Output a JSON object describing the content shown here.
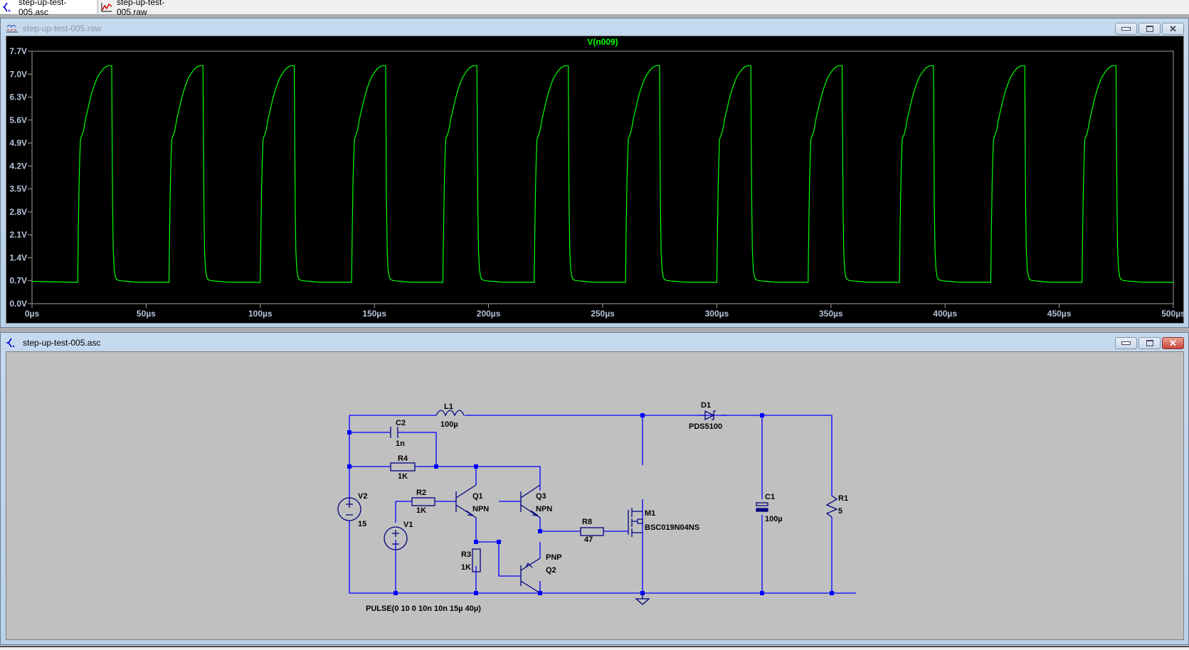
{
  "tabs": [
    {
      "label": "step-up-test-005.asc",
      "icon": "schematic-icon",
      "active": true
    },
    {
      "label": "step-up-test-005.raw",
      "icon": "waveform-icon",
      "active": false
    }
  ],
  "waveform_window": {
    "title": "step-up-test-005.raw",
    "icon": "waveform-icon",
    "buttons": {
      "minimize": "minimize-icon",
      "restore": "restore-icon",
      "close": "close-icon"
    }
  },
  "schematic_window": {
    "title": "step-up-test-005.asc",
    "icon": "schematic-icon",
    "buttons": {
      "minimize": "minimize-icon",
      "restore": "restore-icon",
      "close": "close-icon"
    }
  },
  "colors": {
    "trace": "#00ff00",
    "plot_bg": "#000000",
    "axis": "#a0a0a0",
    "axis_label": "#b4c3d8",
    "wire": "#0000ff",
    "component": "#000080",
    "schematic_bg": "#c0c0c0"
  },
  "chart_data": {
    "type": "line",
    "title": "V(n009)",
    "xlabel": "",
    "ylabel": "",
    "xlim": [
      0,
      500
    ],
    "ylim": [
      0,
      7.7
    ],
    "x_unit": "µs",
    "y_unit": "V",
    "x_ticks": [
      "0µs",
      "50µs",
      "100µs",
      "150µs",
      "200µs",
      "250µs",
      "300µs",
      "350µs",
      "400µs",
      "450µs",
      "500µs"
    ],
    "y_ticks": [
      "0.0V",
      "0.7V",
      "1.4V",
      "2.1V",
      "2.8V",
      "3.5V",
      "4.2V",
      "4.9V",
      "5.6V",
      "6.3V",
      "7.0V",
      "7.7V"
    ],
    "grid": false,
    "series": [
      {
        "name": "V(n009)",
        "period_us": 40,
        "first_rise_us": 20,
        "pulse_count": 12,
        "pulse_shape": {
          "t_offset_us": [
            0,
            0.3,
            0.6,
            0.9,
            1.2,
            1.6,
            2.0,
            2.6,
            3.5,
            4.5,
            5.5,
            6.5,
            7.5,
            8.5,
            9.5,
            10.5,
            11.5,
            12.5,
            13.5,
            14.5,
            14.9,
            15.1,
            15.3,
            15.6,
            16.0,
            16.5,
            17.0,
            18,
            19,
            20,
            22,
            25,
            30,
            40
          ],
          "v": [
            0.65,
            2.3,
            3.6,
            4.4,
            5.0,
            5.1,
            5.15,
            5.3,
            5.65,
            5.95,
            6.25,
            6.5,
            6.7,
            6.88,
            7.0,
            7.1,
            7.18,
            7.23,
            7.26,
            7.26,
            7.26,
            5.0,
            3.0,
            1.6,
            1.05,
            0.82,
            0.74,
            0.71,
            0.7,
            0.69,
            0.68,
            0.66,
            0.65,
            0.65
          ]
        },
        "initial_level_v": 0.68
      }
    ]
  },
  "schematic": {
    "labels": {
      "L1": {
        "name": "L1",
        "value": "100µ"
      },
      "C2": {
        "name": "C2",
        "value": "1n"
      },
      "R4": {
        "name": "R4",
        "value": "1K"
      },
      "R2": {
        "name": "R2",
        "value": "1K"
      },
      "R3": {
        "name": "R3",
        "value": "1K"
      },
      "R8": {
        "name": "R8",
        "value": "47"
      },
      "R1": {
        "name": "R1",
        "value": "5"
      },
      "C1": {
        "name": "C1",
        "value": "100µ"
      },
      "D1": {
        "name": "D1",
        "value": "PDS5100"
      },
      "V2": {
        "name": "V2",
        "value": "15"
      },
      "V1": {
        "name": "V1",
        "value": "PULSE(0 10 0 10n 10n 15µ 40µ)"
      },
      "Q1": {
        "name": "Q1",
        "value": "NPN"
      },
      "Q3": {
        "name": "Q3",
        "value": "NPN"
      },
      "Q2": {
        "name": "Q2",
        "value": "PNP"
      },
      "M1": {
        "name": "M1",
        "value": "BSC019N04NS"
      }
    }
  }
}
